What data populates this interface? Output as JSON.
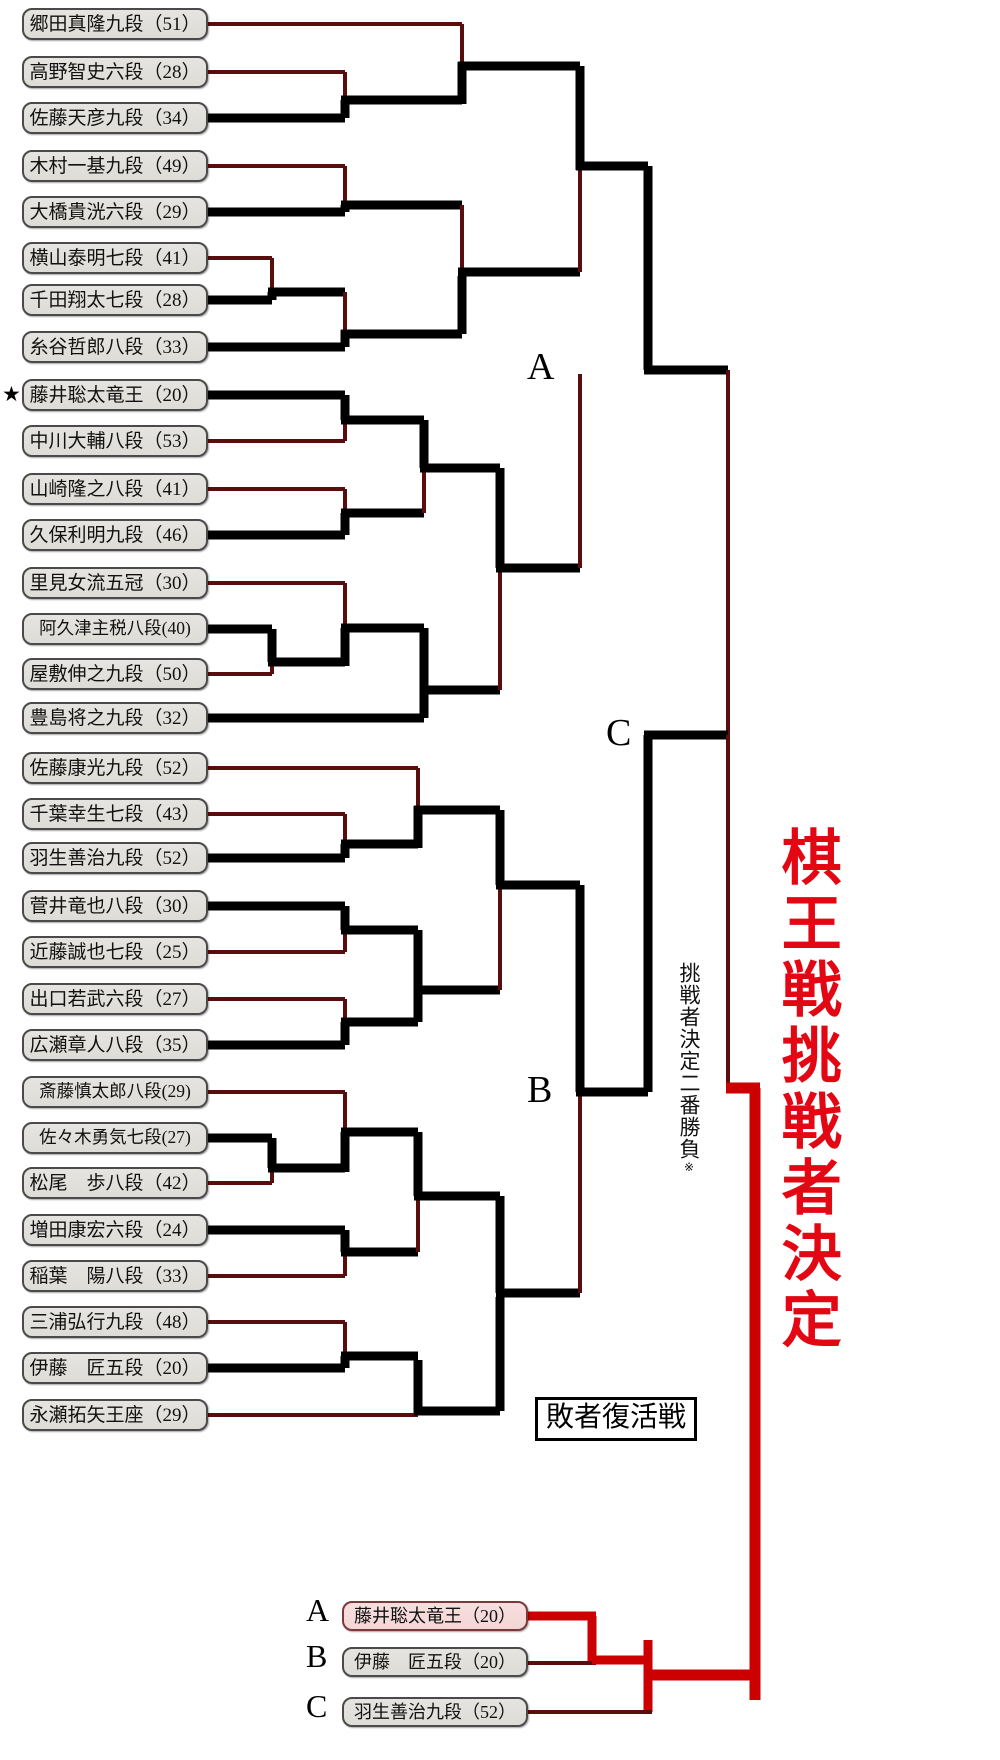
{
  "title_vertical": "棋王戦挑戦者決定",
  "decider_note": "挑戦者決定二番勝負",
  "decider_note_mark": "※",
  "losers_box_label": "敗者復活戦",
  "colors": {
    "title_red": "#e30613",
    "winner_line": "#000000",
    "loser_line": "#5a0d0d",
    "final_red": "#cc0000",
    "node_fill": "#e2e0db",
    "highlight_fill": "#f6dcdc"
  },
  "stage_labels": {
    "a": "A",
    "b": "B",
    "c": "C"
  },
  "star_marker": "★",
  "players": [
    {
      "name": "郷田真隆九段（51）"
    },
    {
      "name": "高野智史六段（28）"
    },
    {
      "name": "佐藤天彦九段（34）"
    },
    {
      "name": "木村一基九段（49）"
    },
    {
      "name": "大橋貴洸六段（29）"
    },
    {
      "name": "横山泰明七段（41）"
    },
    {
      "name": "千田翔太七段（28）"
    },
    {
      "name": "糸谷哲郎八段（33）"
    },
    {
      "name": "藤井聡太竜王（20）"
    },
    {
      "name": "中川大輔八段（53）"
    },
    {
      "name": "山崎隆之八段（41）"
    },
    {
      "name": "久保利明九段（46）"
    },
    {
      "name": "里見女流五冠（30）"
    },
    {
      "name": "阿久津主税八段(40)"
    },
    {
      "name": "屋敷伸之九段（50）"
    },
    {
      "name": "豊島将之九段（32）"
    },
    {
      "name": "佐藤康光九段（52）"
    },
    {
      "name": "千葉幸生七段（43）"
    },
    {
      "name": "羽生善治九段（52）"
    },
    {
      "name": "菅井竜也八段（30）"
    },
    {
      "name": "近藤誠也七段（25）"
    },
    {
      "name": "出口若武六段（27）"
    },
    {
      "name": "広瀬章人八段（35）"
    },
    {
      "name": "斎藤慎太郎八段(29)"
    },
    {
      "name": "佐々木勇気七段(27)"
    },
    {
      "name": "松尾　歩八段（42）"
    },
    {
      "name": "増田康宏六段（24）"
    },
    {
      "name": "稲葉　陽八段（33）"
    },
    {
      "name": "三浦弘行九段（48）"
    },
    {
      "name": "伊藤　匠五段（20）"
    },
    {
      "name": "永瀬拓矢王座（29）"
    }
  ],
  "losers_bracket": [
    {
      "slot": "A",
      "name": "藤井聡太竜王（20）",
      "highlight": true
    },
    {
      "slot": "B",
      "name": "伊藤　匠五段（20）",
      "highlight": false
    },
    {
      "slot": "C",
      "name": "羽生善治九段（52）",
      "highlight": false
    }
  ]
}
